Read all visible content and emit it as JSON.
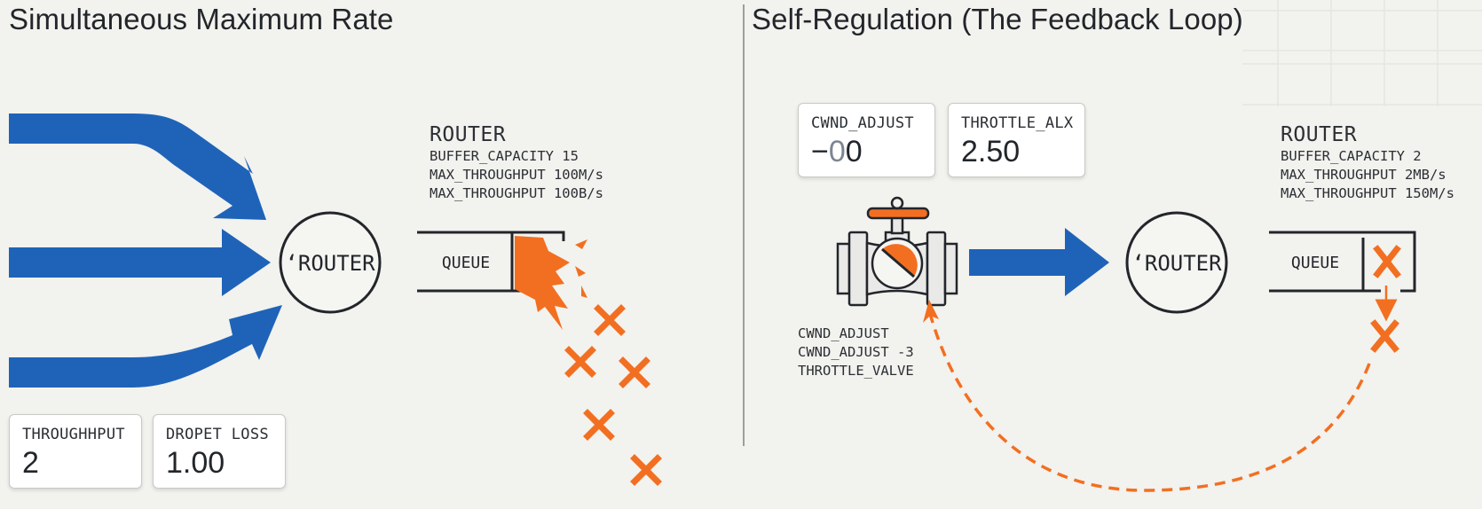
{
  "colors": {
    "background": "#f2f2ee",
    "flow_blue": "#1f63b9",
    "drop_orange": "#f26f21",
    "ink": "#22262b",
    "divider": "#9d9d9a"
  },
  "left_panel": {
    "title": "Simultaneous Maximum Rate",
    "incoming_arrows": [
      "top-curved",
      "middle-straight",
      "bottom-curved"
    ],
    "router_node_label": "‘ROUTER",
    "queue_label": "QUEUE",
    "router_spec": {
      "title": "ROUTER",
      "lines": [
        "BUFFER_CAPACITY 15",
        "MAX_THROUGHPUT 100M/s",
        "MAX_THROUGHPUT 100B/s"
      ]
    },
    "overflow": {
      "icon": "splash-icon",
      "dropped_packet_icons": 5
    },
    "metrics": [
      {
        "label": "THROUGHHPUT",
        "value": "2"
      },
      {
        "label": "DROPET LOSS",
        "value": "1.00"
      }
    ]
  },
  "right_panel": {
    "title": "Self-Regulation (The Feedback Loop)",
    "metrics": [
      {
        "label": "CWND_ADJUST",
        "value_prefix": "−",
        "value_dim": "0",
        "value_rest": "0"
      },
      {
        "label": "THROTTLE_ALX",
        "value": "2.50"
      }
    ],
    "valve": {
      "icon": "throttle-valve-icon"
    },
    "valve_notes": [
      "CWND_ADJUST",
      "CWND_ADJUST -3",
      "THROTTLE_VALVE"
    ],
    "router_node_label": "‘ROUTER",
    "queue_label": "QUEUE",
    "router_spec": {
      "title": "ROUTER",
      "lines": [
        "BUFFER_CAPACITY 2",
        "MAX_THROUGHPUT 2MB/s",
        "MAX_THROUGHPUT 150M/s"
      ]
    },
    "dropped_packet_icons": 2,
    "feedback": {
      "style": "dashed",
      "from": "dropped-packet",
      "to": "throttle-valve"
    }
  }
}
